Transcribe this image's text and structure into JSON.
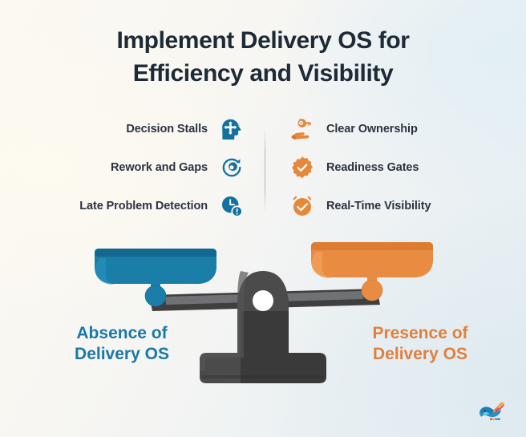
{
  "title": {
    "line1": "Implement Delivery OS for",
    "line2": "Efficiency and Visibility"
  },
  "colors": {
    "title_text": "#1e2a36",
    "label_text": "#2a3340",
    "blue": "#1b78a8",
    "blue_dark": "#13688f",
    "orange": "#e1803c",
    "orange_dark": "#d4762f",
    "scale_body": "#4a4a4a",
    "background_warm": "#fcf9f1",
    "background_cool": "#e2edf2"
  },
  "left_column": {
    "items": [
      {
        "label": "Decision Stalls",
        "icon": "head-move-arrows-icon"
      },
      {
        "label": "Rework and Gaps",
        "icon": "gear-refresh-icon"
      },
      {
        "label": "Late Problem Detection",
        "icon": "clock-alert-icon"
      }
    ]
  },
  "right_column": {
    "items": [
      {
        "label": "Clear Ownership",
        "icon": "hand-gear-key-icon"
      },
      {
        "label": "Readiness Gates",
        "icon": "badge-check-icon"
      },
      {
        "label": "Real-Time Visibility",
        "icon": "alarm-clock-check-icon"
      }
    ]
  },
  "scale": {
    "left_pan_color": "#1b78a8",
    "right_pan_color": "#e98c41",
    "left_label": {
      "line1": "Absence of",
      "line2": "Delivery OS"
    },
    "right_label": {
      "line1": "Presence of",
      "line2": "Delivery OS"
    }
  },
  "logo": {
    "name": "bird-logo",
    "alt": "colorful bird logo"
  }
}
